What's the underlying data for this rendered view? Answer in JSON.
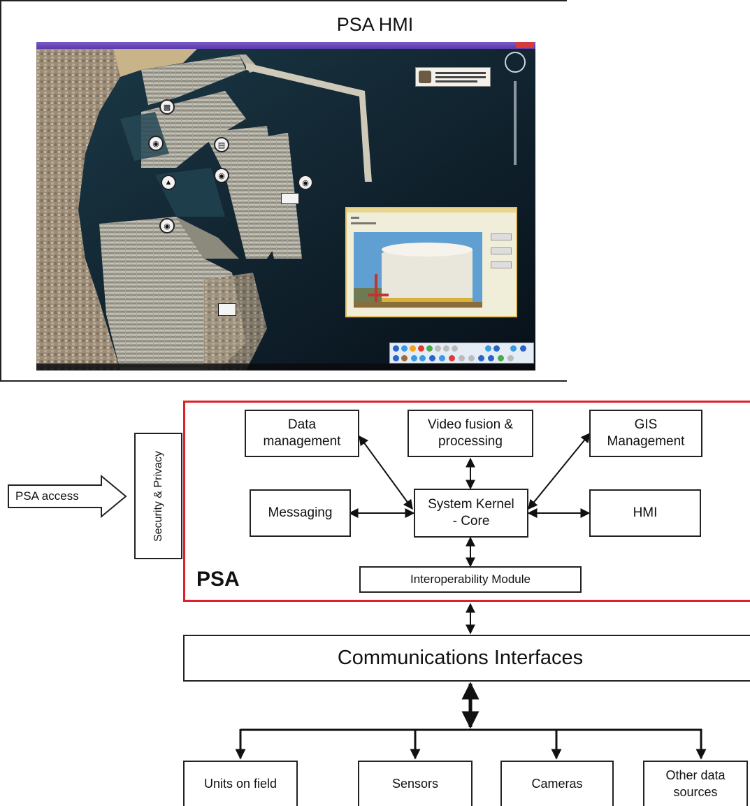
{
  "hmi": {
    "title": "PSA HMI"
  },
  "psa": {
    "label": "PSA",
    "modules": {
      "data_management": "Data management",
      "video_fusion": "Video fusion & processing",
      "gis_management": "GIS Management",
      "messaging": "Messaging",
      "kernel": "System Kernel - Core",
      "hmi": "HMI",
      "interoperability": "Interoperability Module"
    }
  },
  "security": "Security & Privacy",
  "access": "PSA access",
  "communications": "Communications Interfaces",
  "sources": {
    "units": "Units on field",
    "sensors": "Sensors",
    "cameras": "Cameras",
    "other": "Other data sources"
  },
  "colors": {
    "psa_border": "#e0202a",
    "line": "#111111",
    "screen_titlebar": "#6a48b8"
  },
  "icons": [
    "camera-icon",
    "building-icon",
    "car-icon",
    "warning-icon",
    "vessel-icon",
    "camera-cluster-icon"
  ]
}
